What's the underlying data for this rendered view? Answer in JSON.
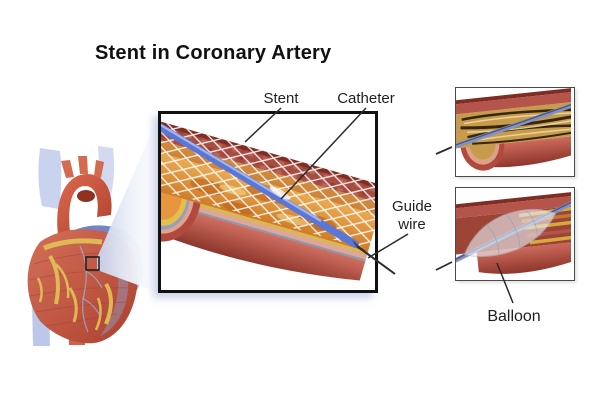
{
  "title": "Stent in Coronary Artery",
  "labels": {
    "stent": "Stent",
    "catheter": "Catheter",
    "guide_wire": "Guide wire",
    "balloon": "Balloon"
  },
  "figures": {
    "heart": "heart-with-coronary-artery-zoom-source",
    "main_panel": "artery-cutaway-with-expanded-stent-and-catheter",
    "top_right_panel": "artery-narrowed-by-plaque-with-guide-wire",
    "bottom_right_panel": "artery-with-inflated-balloon-on-catheter"
  },
  "colors": {
    "background": "#ffffff",
    "title_text": "#111111",
    "label_text": "#1f1f1f",
    "leader_line": "#2a2a2a",
    "panel_border_main": "#111111",
    "panel_border_side": "#4a4a4a",
    "artery_wall_red": "#b5524a",
    "artery_wall_dark": "#8e352c",
    "artery_lining_pink": "#dea795",
    "artery_lining_gray": "#8f97ac",
    "plaque_yellow": "#d9b94e",
    "plaque_orange": "#e8963e",
    "plaque_tan": "#c79a4c",
    "plaque_dark": "#35260d",
    "stent_mesh": "#ffffff",
    "catheter_blue": "#5b77d6",
    "catheter_gray_blue": "#8292c2",
    "guide_wire_dark": "#2c2c34",
    "balloon_translucent": "#eceef3",
    "heart_red": "#c05a44",
    "heart_vessel_blue": "#7186c6",
    "heart_vessel_light": "#c9d2ee",
    "heart_fat_yellow": "#e2bd55",
    "zoom_cone": "#c7d1ec"
  }
}
